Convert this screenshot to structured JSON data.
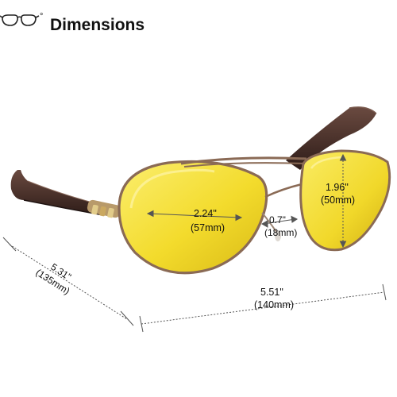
{
  "header": {
    "title": "Dimensions",
    "icon": "glasses-icon",
    "icon_suffix": "°"
  },
  "dimensions": {
    "lens_width": {
      "inch": "2.24\"",
      "mm": "(57mm)"
    },
    "lens_height": {
      "inch": "1.96\"",
      "mm": "(50mm)"
    },
    "bridge": {
      "inch": "0.7\"",
      "mm": "(18mm)"
    },
    "temple_length": {
      "inch": "5.31\"",
      "mm": "(135mm)"
    },
    "frame_width": {
      "inch": "5.51\"",
      "mm": "(140mm)"
    }
  },
  "colors": {
    "lens": "#F2DC2A",
    "lens_edge": "#C8A514",
    "frame": "#8A6A55",
    "arm": "#3A2420",
    "dimension_line": "#555555",
    "text": "#111111"
  }
}
